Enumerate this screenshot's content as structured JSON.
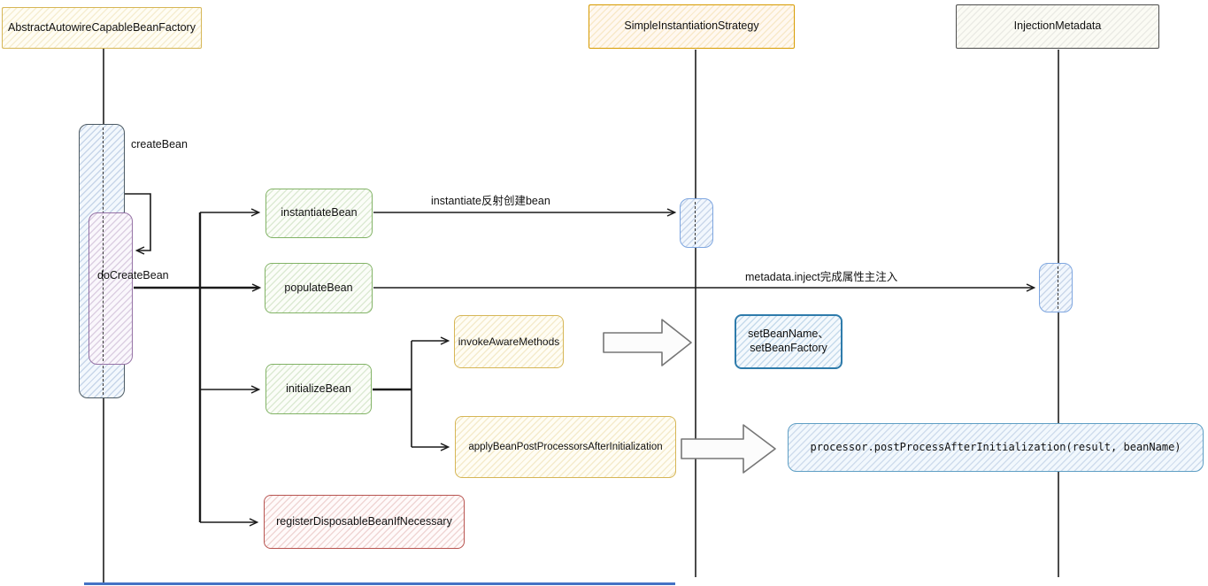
{
  "actors": {
    "factory": "AbstractAutowireCapableBeanFactory",
    "strategy": "SimpleInstantiationStrategy",
    "metadata": "InjectionMetadata"
  },
  "activations": {
    "create_bean": "createBean",
    "do_create_bean": "doCreateBean"
  },
  "nodes": {
    "instantiate_bean": "instantiateBean",
    "populate_bean": "populateBean",
    "initialize_bean": "initializeBean",
    "register_disposable": "registerDisposableBeanIfNecessary",
    "invoke_aware_methods": "invokeAwareMethods",
    "apply_post_processors": "applyBeanPostProcessorsAfterInitialization",
    "set_bean_name_line1": "setBeanName、",
    "set_bean_name_line2": "setBeanFactory",
    "processor_call": "processor.postProcessAfterInitialization(result, beanName)"
  },
  "messages": {
    "instantiate": "instantiate反射创建bean",
    "inject": "metadata.inject完成属性主注入"
  },
  "colors": {
    "yellow_border": "#d6b656",
    "orange_border": "#d79b00",
    "gray_border": "#4d4d4d",
    "green_border": "#82b366",
    "red_border": "#b85450",
    "blue_activation_border": "#7ea6e0",
    "blue_box_border": "#2e7bab",
    "purple_border": "#9673a6",
    "wire": "#1a1a1a",
    "bottom_edge_line": "#4472c4"
  }
}
